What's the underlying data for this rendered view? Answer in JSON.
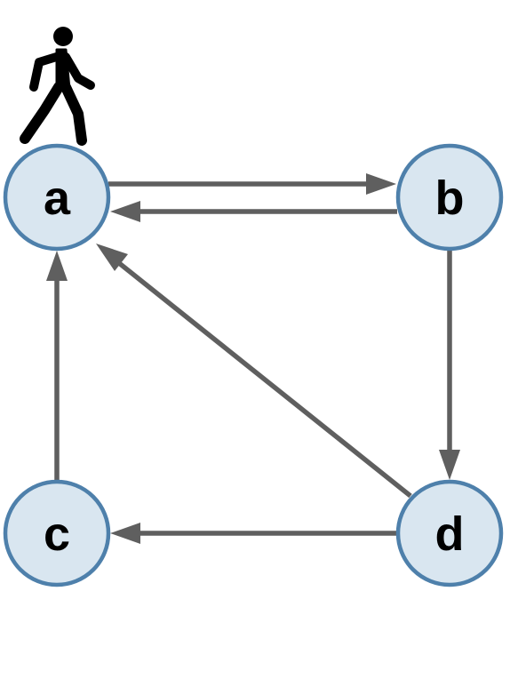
{
  "diagram": {
    "type": "directed-graph",
    "nodes": [
      {
        "id": "a",
        "label": "a"
      },
      {
        "id": "b",
        "label": "b"
      },
      {
        "id": "c",
        "label": "c"
      },
      {
        "id": "d",
        "label": "d"
      }
    ],
    "edges": [
      {
        "from": "a",
        "to": "b"
      },
      {
        "from": "b",
        "to": "a"
      },
      {
        "from": "b",
        "to": "d"
      },
      {
        "from": "d",
        "to": "a"
      },
      {
        "from": "d",
        "to": "c"
      },
      {
        "from": "c",
        "to": "a"
      }
    ],
    "walker": {
      "icon": "walking-person-icon",
      "at": "a"
    }
  },
  "colors": {
    "node_fill": "#d9e6f0",
    "node_stroke": "#4e80ab",
    "edge": "#5f5f5f",
    "label": "#000000"
  }
}
